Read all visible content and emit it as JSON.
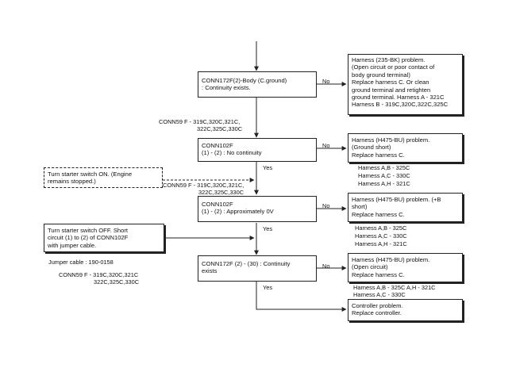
{
  "steps": [
    {
      "lines": [
        "CONN172F(2)-Body (C.ground)",
        ": Continuity exists."
      ]
    },
    {
      "lines": [
        "CONN102F",
        "(1) - (2) : No continuity"
      ]
    },
    {
      "lines": [
        "CONN102F",
        "(1) - (2) : Approximately 0V"
      ]
    },
    {
      "lines": [
        "CONN172F (2) -  (30) : Continuity",
        "exists"
      ]
    }
  ],
  "results": [
    {
      "lines": [
        "Harness   (235-BK)   problem.",
        "(Open circuit or poor contact of",
        "body ground terminal)",
        "Replace harness C. Or clean",
        "ground terminal and retighten",
        "ground terminal. Harness A - 321C",
        "Harness B - 319C,320C,322C,325C"
      ]
    },
    {
      "lines": [
        "Harness      (H475-BU)     problem.",
        "(Ground short)",
        "Replace harness C."
      ]
    },
    {
      "lines": [
        "Harness (H475-BU) problem. (+B",
        "short)",
        "Replace harness C."
      ]
    },
    {
      "lines": [
        "Harness     (H475-BU)    problem.",
        "(Open circuit)",
        "Replace harness C."
      ]
    },
    {
      "lines": [
        "Controller problem.",
        "Replace controller."
      ]
    }
  ],
  "harness_lists": [
    {
      "lines": [
        "Harness A,B - 325C",
        "Harness A,C - 330C",
        "Harness A,H - 321C"
      ]
    },
    {
      "lines": [
        "Harness A,B - 325C",
        "Harness A,C - 330C",
        "Harness A,H - 321C"
      ]
    },
    {
      "lines": [
        "Harness A,B - 325C      A,H - 321C",
        "Harness A,C - 330C"
      ]
    }
  ],
  "actions": [
    {
      "lines": [
        "Turn starter switch ON.  (Engine",
        "remains stopped.)"
      ]
    },
    {
      "lines": [
        "Turn starter switch OFF.  Short",
        "circuit (1) to (2) of CONN102F",
        "with jumper cable."
      ]
    }
  ],
  "connector_notes": [
    {
      "lines": [
        "CONN59 F - 319C,320C,321C,",
        "322C,325C,330C"
      ]
    },
    {
      "lines": [
        "CONN59 F - 319C,320C,321C,",
        "322C,325C,330C"
      ]
    },
    {
      "lines": [
        "Jumper cable : 190-0158"
      ]
    },
    {
      "lines": [
        "CONN59 F - 319C,320C,321C",
        "322C,325C,330C"
      ]
    }
  ],
  "branch_labels": {
    "no": "No",
    "yes": "Yes"
  }
}
